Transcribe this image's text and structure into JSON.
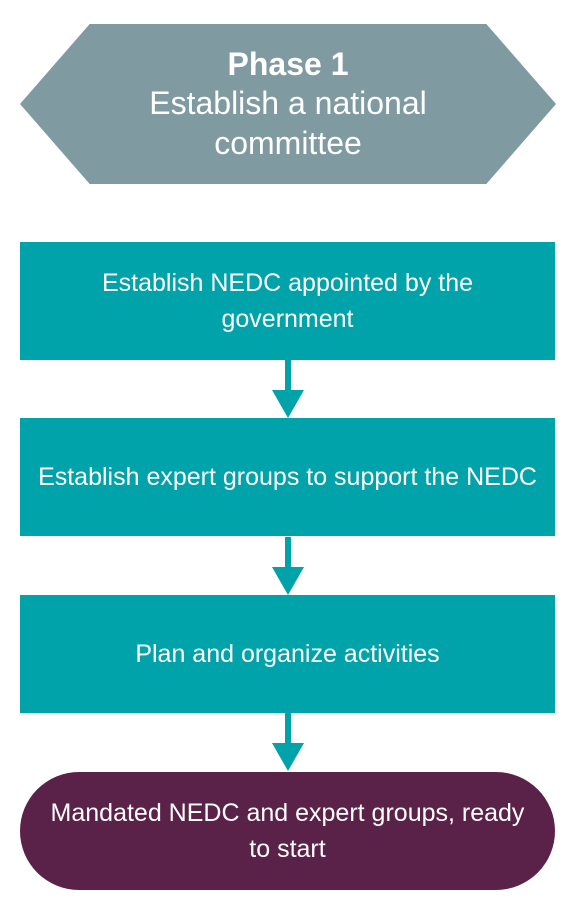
{
  "colors": {
    "phase_fill": "#7f9aa1",
    "step_fill": "#00a3aa",
    "arrow": "#00a3aa",
    "terminal_fill": "#5b2249",
    "text": "#ffffff"
  },
  "phase": {
    "title": "Phase 1",
    "subtitle": "Establish a national committee"
  },
  "steps": [
    {
      "label": "Establish NEDC appointed by the government"
    },
    {
      "label": "Establish expert groups to support the NEDC"
    },
    {
      "label": "Plan and organize activities"
    }
  ],
  "outcome": {
    "label": "Mandated NEDC and expert groups, ready to start"
  }
}
